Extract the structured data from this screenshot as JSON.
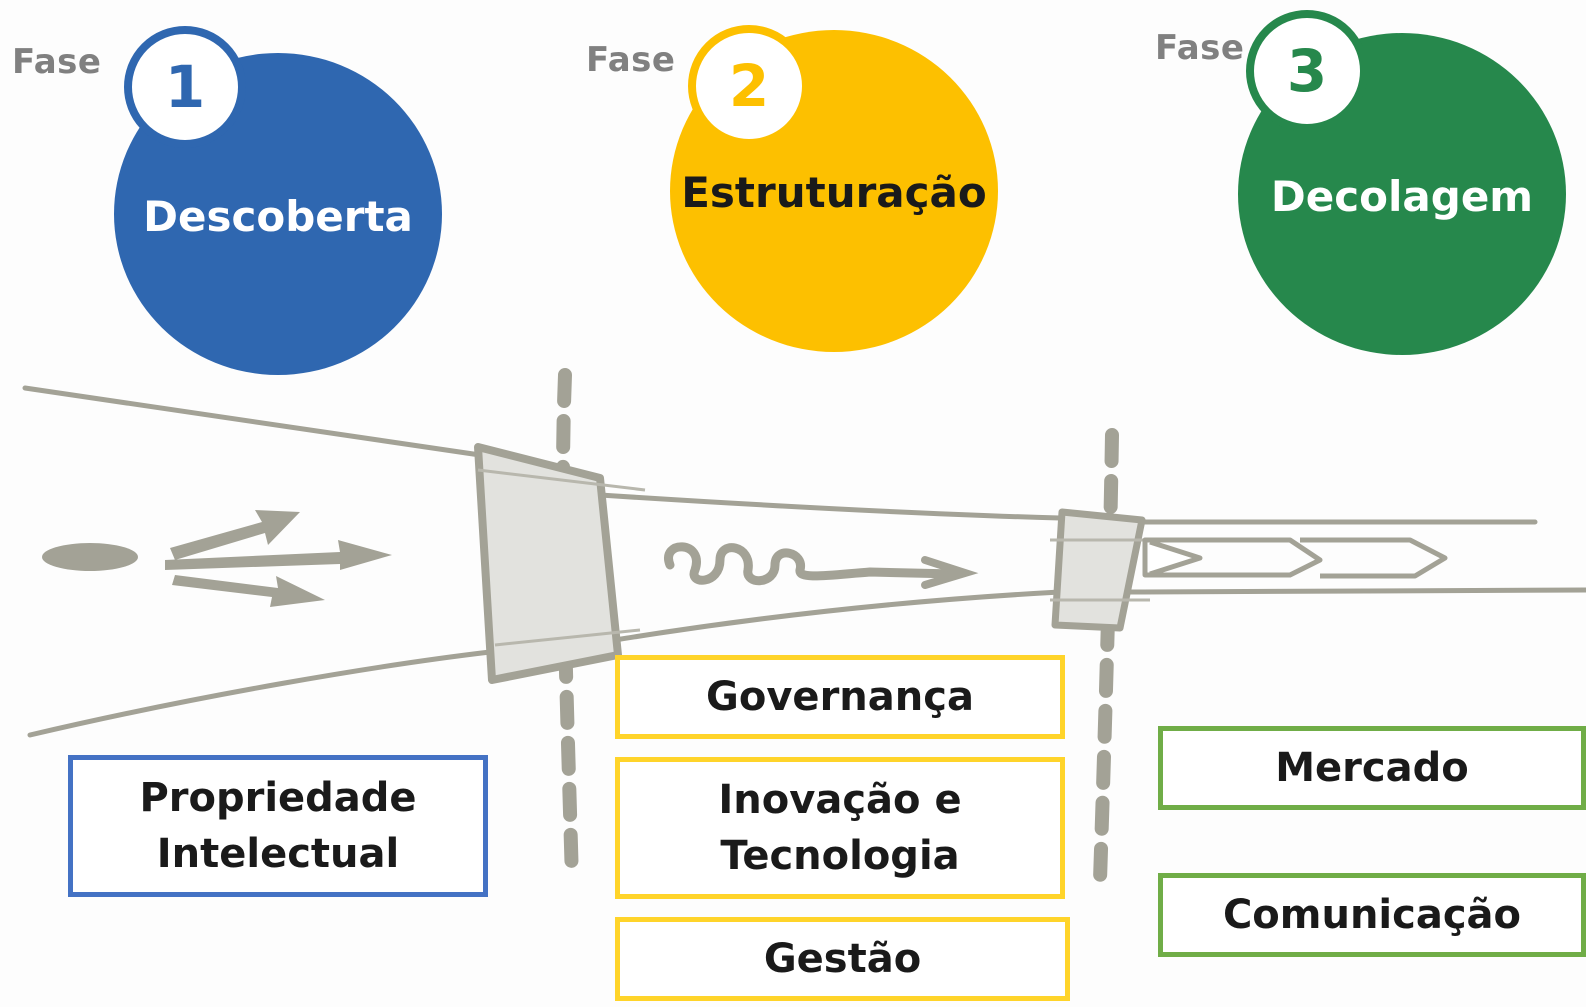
{
  "fase_label": "Fase",
  "colors": {
    "blue": "#2f67b0",
    "yellow": "#fdc000",
    "green": "#26884c",
    "sketch_gray": "#a3a296",
    "box_blue": "#4472c4",
    "box_yellow": "#ffd42a",
    "box_green": "#70ad47"
  },
  "phases": [
    {
      "number": "1",
      "name": "Descoberta",
      "color": "blue"
    },
    {
      "number": "2",
      "name": "Estruturação",
      "color": "yellow"
    },
    {
      "number": "3",
      "name": "Decolagem",
      "color": "green"
    }
  ],
  "boxes": {
    "phase1": [
      "Propriedade Intelectual"
    ],
    "phase2": [
      "Governança",
      "Inovação e Tecnologia",
      "Gestão"
    ],
    "phase3": [
      "Mercado",
      "Comunicação"
    ]
  }
}
